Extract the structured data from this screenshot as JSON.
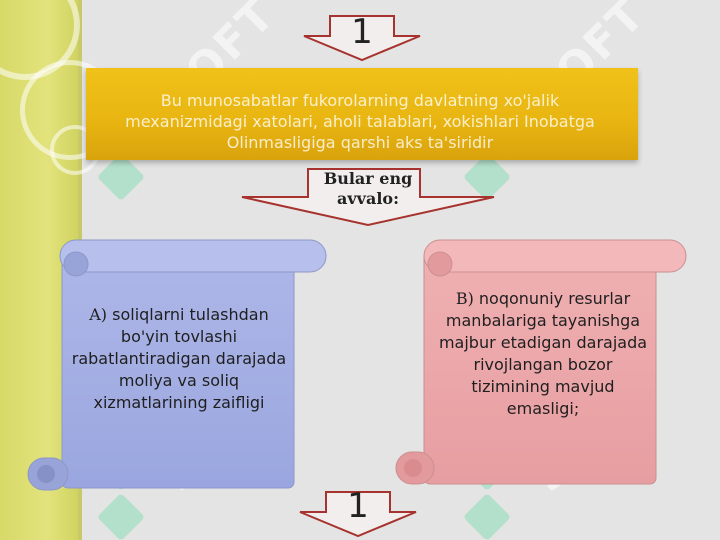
{
  "top_arrow": {
    "label": "1"
  },
  "banner": {
    "text": "Bu munosabatlar fukorolarning davlatning xo'jalik mexanizmidagi xatolari, aholi talablari, xokishlari Inobatga Olinmasligiga qarshi aks ta'siridir"
  },
  "middle_arrow": {
    "label": "Bular eng avvalo:"
  },
  "scroll_a": {
    "marker": "A)",
    "text": " soliqlarni tulashdan bo'yin tovlashi rabatlantiradigan darajada moliya va soliq xizmatlarining zaifligi",
    "color": "#a9b3e6"
  },
  "scroll_b": {
    "marker": "B)",
    "text": " noqonuniy resurlar manbalariga tayanishga majbur etadigan darajada rivojlangan bozor tizimining mavjud emasligi;",
    "color": "#eda9ab"
  },
  "bottom_arrow": {
    "label": "1"
  },
  "watermark": {
    "text": "SOFT"
  },
  "colors": {
    "banner": "#e8b411",
    "left_strip": "#e2e37c",
    "background": "#e4e4e4"
  }
}
